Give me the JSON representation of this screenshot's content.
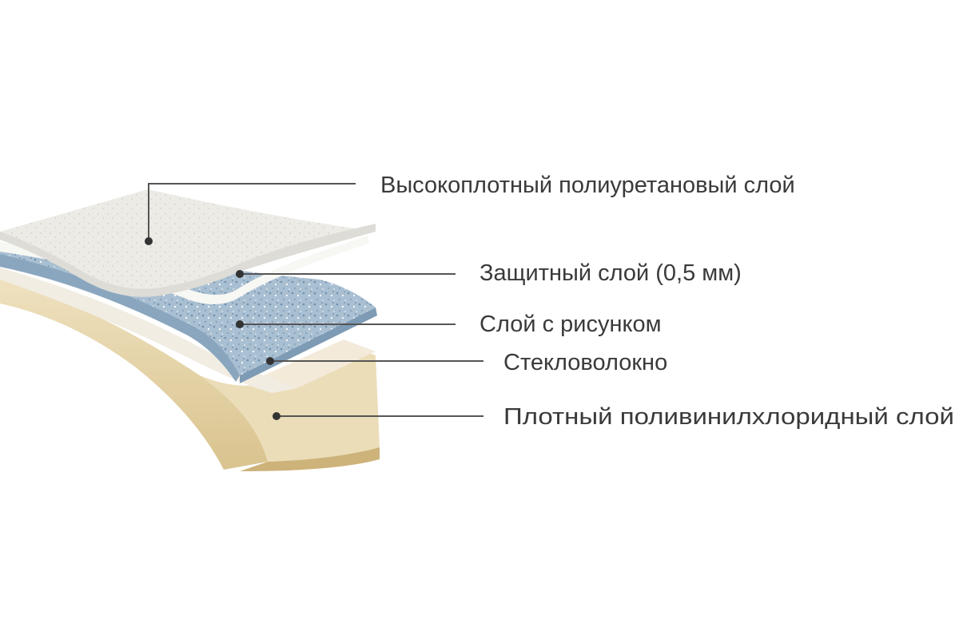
{
  "layers": [
    {
      "id": "polyurethane",
      "label": "Высокоплотный полиуретановый слой"
    },
    {
      "id": "protective",
      "label": "Защитный слой (0,5 мм)"
    },
    {
      "id": "pattern",
      "label": "Слой с рисунком"
    },
    {
      "id": "fiberglass",
      "label": "Стекловолокно"
    },
    {
      "id": "pvc",
      "label": "Плотный поливинилхлоридный слой"
    }
  ],
  "colors": {
    "polyurethane": "#ecebe6",
    "protective": "#f7f7f4",
    "pattern": "#a9bfd2",
    "fiberglass": "#f1ede3",
    "pvc": "#e2d0a4",
    "line": "#555555",
    "text": "#3a3a3a"
  }
}
